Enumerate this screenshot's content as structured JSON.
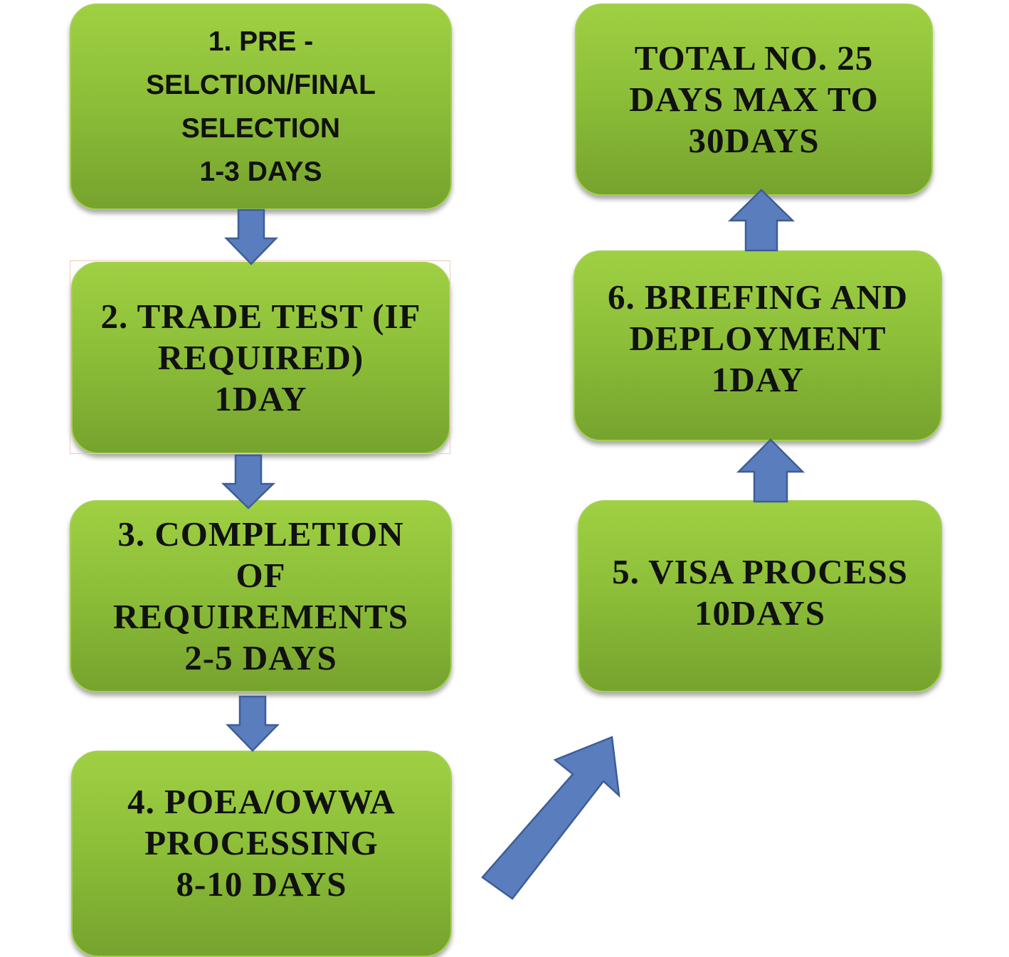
{
  "colors": {
    "box_fill_top": "#9fd043",
    "box_fill_bottom": "#76a32e",
    "arrow_fill": "#5a7dbd",
    "arrow_stroke": "#3d5d98",
    "text": "#111111"
  },
  "steps": [
    {
      "lines": [
        "1. PRE -",
        "SELCTION/FINAL",
        "SELECTION",
        "1-3 DAYS"
      ]
    },
    {
      "lines": [
        "2. TRADE TEST (IF",
        "REQUIRED)",
        "1DAY"
      ]
    },
    {
      "lines": [
        "3. COMPLETION",
        "OF",
        "REQUIREMENTS",
        "2-5 DAYS"
      ]
    },
    {
      "lines": [
        "4. POEA/OWWA",
        "PROCESSING",
        "8-10 DAYS"
      ]
    },
    {
      "lines": [
        "5. VISA PROCESS",
        "10DAYS"
      ]
    },
    {
      "lines": [
        "6. BRIEFING AND",
        "DEPLOYMENT",
        "1DAY"
      ]
    }
  ],
  "total": {
    "lines": [
      "TOTAL NO. 25",
      "DAYS MAX TO",
      "30DAYS"
    ]
  },
  "arrows": [
    {
      "from": "step-1",
      "to": "step-2",
      "direction": "down"
    },
    {
      "from": "step-2",
      "to": "step-3",
      "direction": "down"
    },
    {
      "from": "step-3",
      "to": "step-4",
      "direction": "down"
    },
    {
      "from": "step-4",
      "to": "step-5",
      "direction": "up-right"
    },
    {
      "from": "step-5",
      "to": "step-6",
      "direction": "up"
    },
    {
      "from": "step-6",
      "to": "total",
      "direction": "up"
    }
  ]
}
